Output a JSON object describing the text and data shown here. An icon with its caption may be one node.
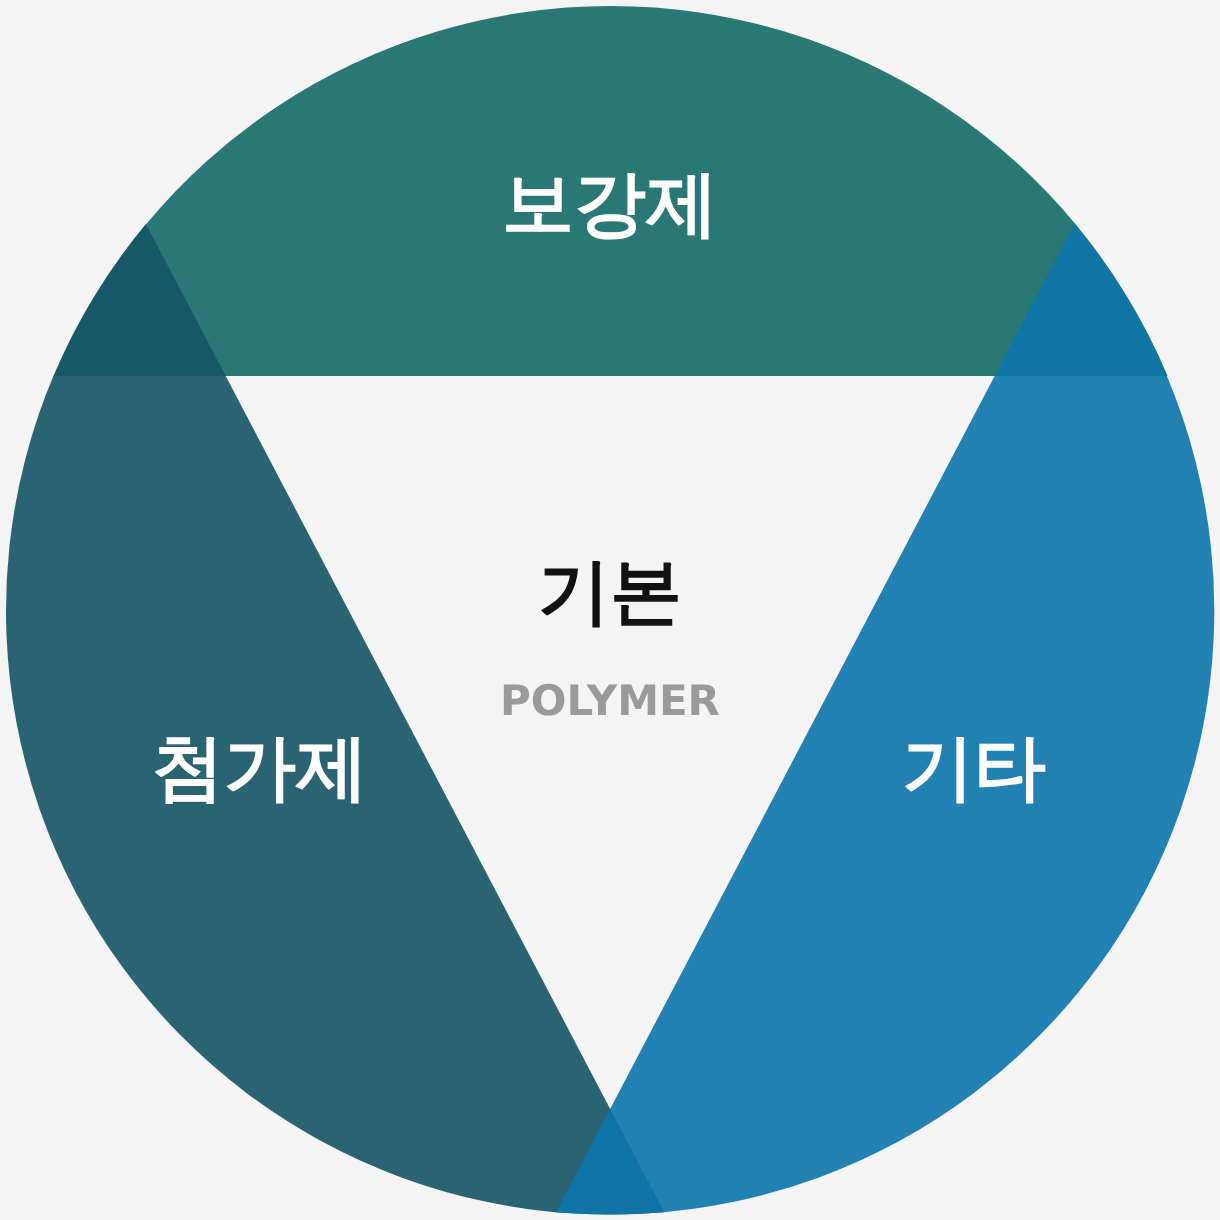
{
  "diagram": {
    "nodes": [
      {
        "text": [
          "보강제"
        ]
      },
      {
        "text": [
          "기본",
          "POLYMER"
        ]
      },
      {
        "text": [
          "첨가제"
        ]
      },
      {
        "text": [
          "기타"
        ]
      }
    ]
  }
}
